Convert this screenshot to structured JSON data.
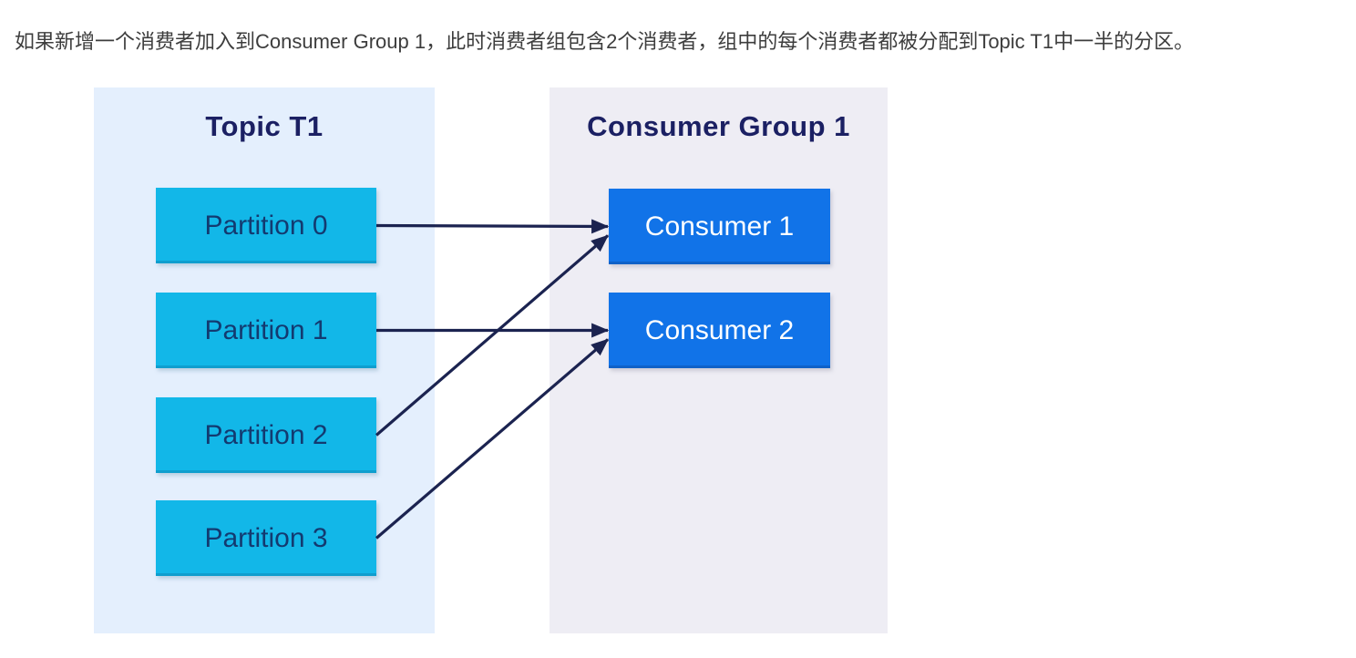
{
  "page": {
    "description_text": "如果新增一个消费者加入到Consumer Group 1，此时消费者组包含2个消费者，组中的每个消费者都被分配到Topic T1中一半的分区。"
  },
  "diagram": {
    "topic_panel": {
      "title": "Topic T1",
      "bg_color": "#e4effd",
      "partitions": [
        {
          "id": "partition-0",
          "label": "Partition 0"
        },
        {
          "id": "partition-1",
          "label": "Partition 1"
        },
        {
          "id": "partition-2",
          "label": "Partition 2"
        },
        {
          "id": "partition-3",
          "label": "Partition 3"
        }
      ]
    },
    "consumer_panel": {
      "title": "Consumer Group 1",
      "bg_color": "#eeedf4",
      "consumers": [
        {
          "id": "consumer-1",
          "label": "Consumer 1"
        },
        {
          "id": "consumer-2",
          "label": "Consumer 2"
        }
      ]
    },
    "assignments": [
      {
        "from": "partition-0",
        "to": "consumer-1"
      },
      {
        "from": "partition-1",
        "to": "consumer-2"
      },
      {
        "from": "partition-2",
        "to": "consumer-1"
      },
      {
        "from": "partition-3",
        "to": "consumer-2"
      }
    ],
    "colors": {
      "title_text": "#1b2063",
      "partition_box": "#12b7e8",
      "partition_text": "#133a70",
      "consumer_box": "#1173e8",
      "consumer_text": "#ffffff",
      "arrow": "#1b2350"
    }
  }
}
